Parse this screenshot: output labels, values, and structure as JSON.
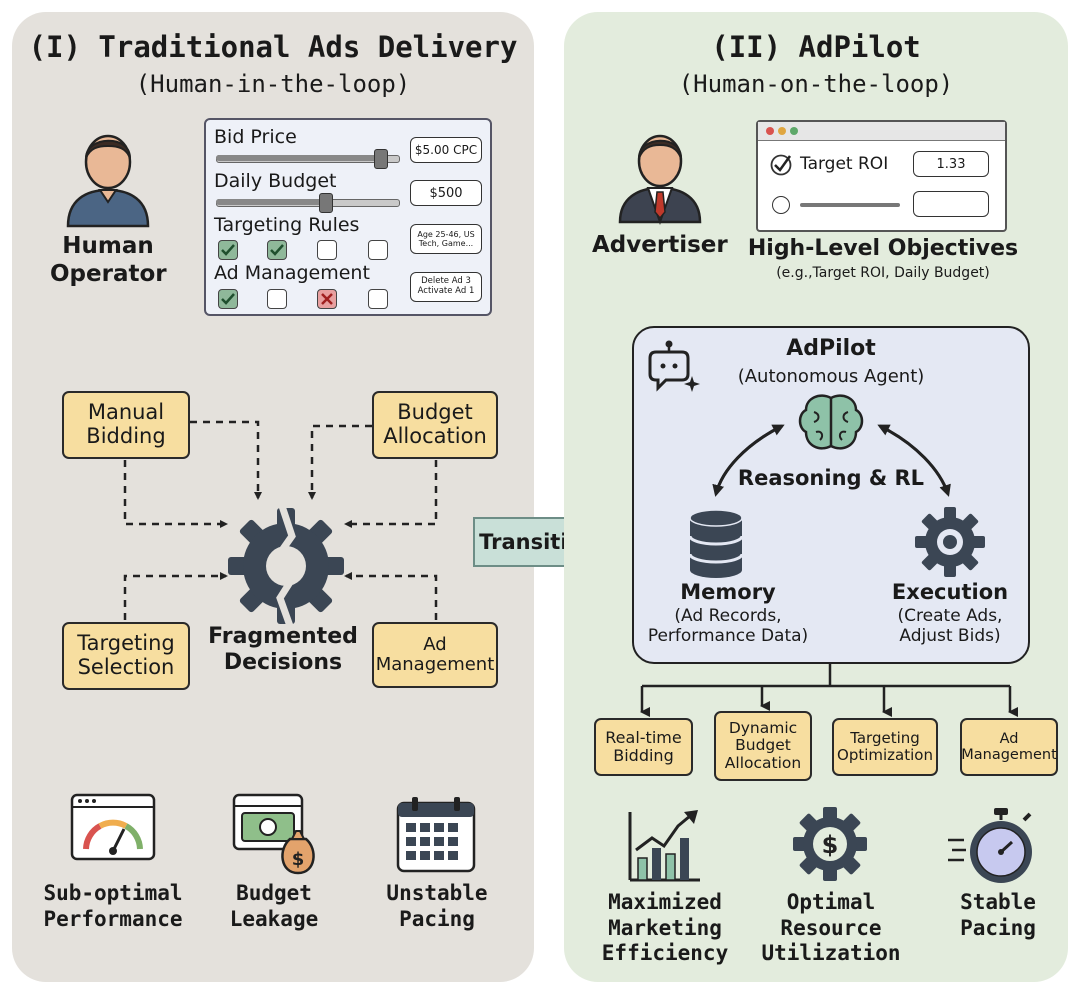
{
  "colors": {
    "left_panel": "#e4e1dc",
    "right_panel": "#e3ecdd",
    "box": "#f7dea0",
    "agent": "#e4e8f3",
    "arrow": "#c9e0d8",
    "gear": "#3b4654"
  },
  "left": {
    "title": "(I) Traditional Ads Delivery",
    "subtitle": "(Human-in-the-loop)",
    "actor": {
      "line1": "Human",
      "line2": "Operator",
      "icon": "person-icon"
    },
    "controls": {
      "bid_price": {
        "label": "Bid Price",
        "value": "$5.00 CPC",
        "level": 0.9
      },
      "daily_budget": {
        "label": "Daily Budget",
        "value": "$500",
        "level": 0.6
      },
      "targeting_rules": {
        "label": "Targeting Rules",
        "value_line1": "Age 25-46, US",
        "value_line2": "Tech, Game...",
        "checks": [
          "checked",
          "checked",
          "unchecked",
          "unchecked"
        ]
      },
      "ad_management": {
        "label": "Ad Management",
        "value_line1": "Delete Ad 3",
        "value_line2": "Activate Ad 1",
        "checks": [
          "checked",
          "unchecked",
          "crossed",
          "unchecked"
        ]
      }
    },
    "tasks": {
      "manual_bidding": [
        "Manual",
        "Bidding"
      ],
      "budget_allocation": [
        "Budget",
        "Allocation"
      ],
      "targeting_selection": [
        "Targeting",
        "Selection"
      ],
      "ad_management": [
        "Ad",
        "Management"
      ]
    },
    "center": {
      "line1": "Fragmented",
      "line2": "Decisions",
      "icon": "broken-gear-icon"
    },
    "outcomes": [
      {
        "line1": "Sub-optimal",
        "line2": "Performance",
        "icon": "gauge-icon"
      },
      {
        "line1": "Budget",
        "line2": "Leakage",
        "icon": "money-bag-icon"
      },
      {
        "line1": "Unstable",
        "line2": "Pacing",
        "icon": "calendar-icon"
      }
    ]
  },
  "transition": {
    "label": "Transition"
  },
  "right": {
    "title": "(II) AdPilot",
    "subtitle": "(Human-on-the-loop)",
    "actor": {
      "label": "Advertiser",
      "icon": "businessman-icon"
    },
    "objective_window": {
      "option1_label": "Target ROI",
      "option1_value": "1.33"
    },
    "objectives": {
      "title": "High-Level Objectives",
      "example": "(e.g.,Target ROI, Daily Budget)"
    },
    "agent": {
      "title": "AdPilot",
      "subtitle": "(Autonomous Agent)",
      "reasoning": "Reasoning & RL",
      "memory": {
        "title": "Memory",
        "line1": "(Ad Records,",
        "line2": "Performance Data)"
      },
      "execution": {
        "title": "Execution",
        "line1": "(Create Ads,",
        "line2": "Adjust Bids)"
      }
    },
    "actions": {
      "rtb": [
        "Real-time",
        "Bidding"
      ],
      "dba": [
        "Dynamic",
        "Budget",
        "Allocation"
      ],
      "to": [
        "Targeting",
        "Optimization"
      ],
      "am": [
        "Ad",
        "Management"
      ]
    },
    "outcomes": [
      {
        "line1": "Maximized",
        "line2": "Marketing",
        "line3": "Efficiency",
        "icon": "growth-chart-icon"
      },
      {
        "line1": "Optimal",
        "line2": "Resource",
        "line3": "Utilization",
        "icon": "dollar-gear-icon"
      },
      {
        "line1": "Stable",
        "line2": "Pacing",
        "icon": "stopwatch-icon"
      }
    ]
  }
}
